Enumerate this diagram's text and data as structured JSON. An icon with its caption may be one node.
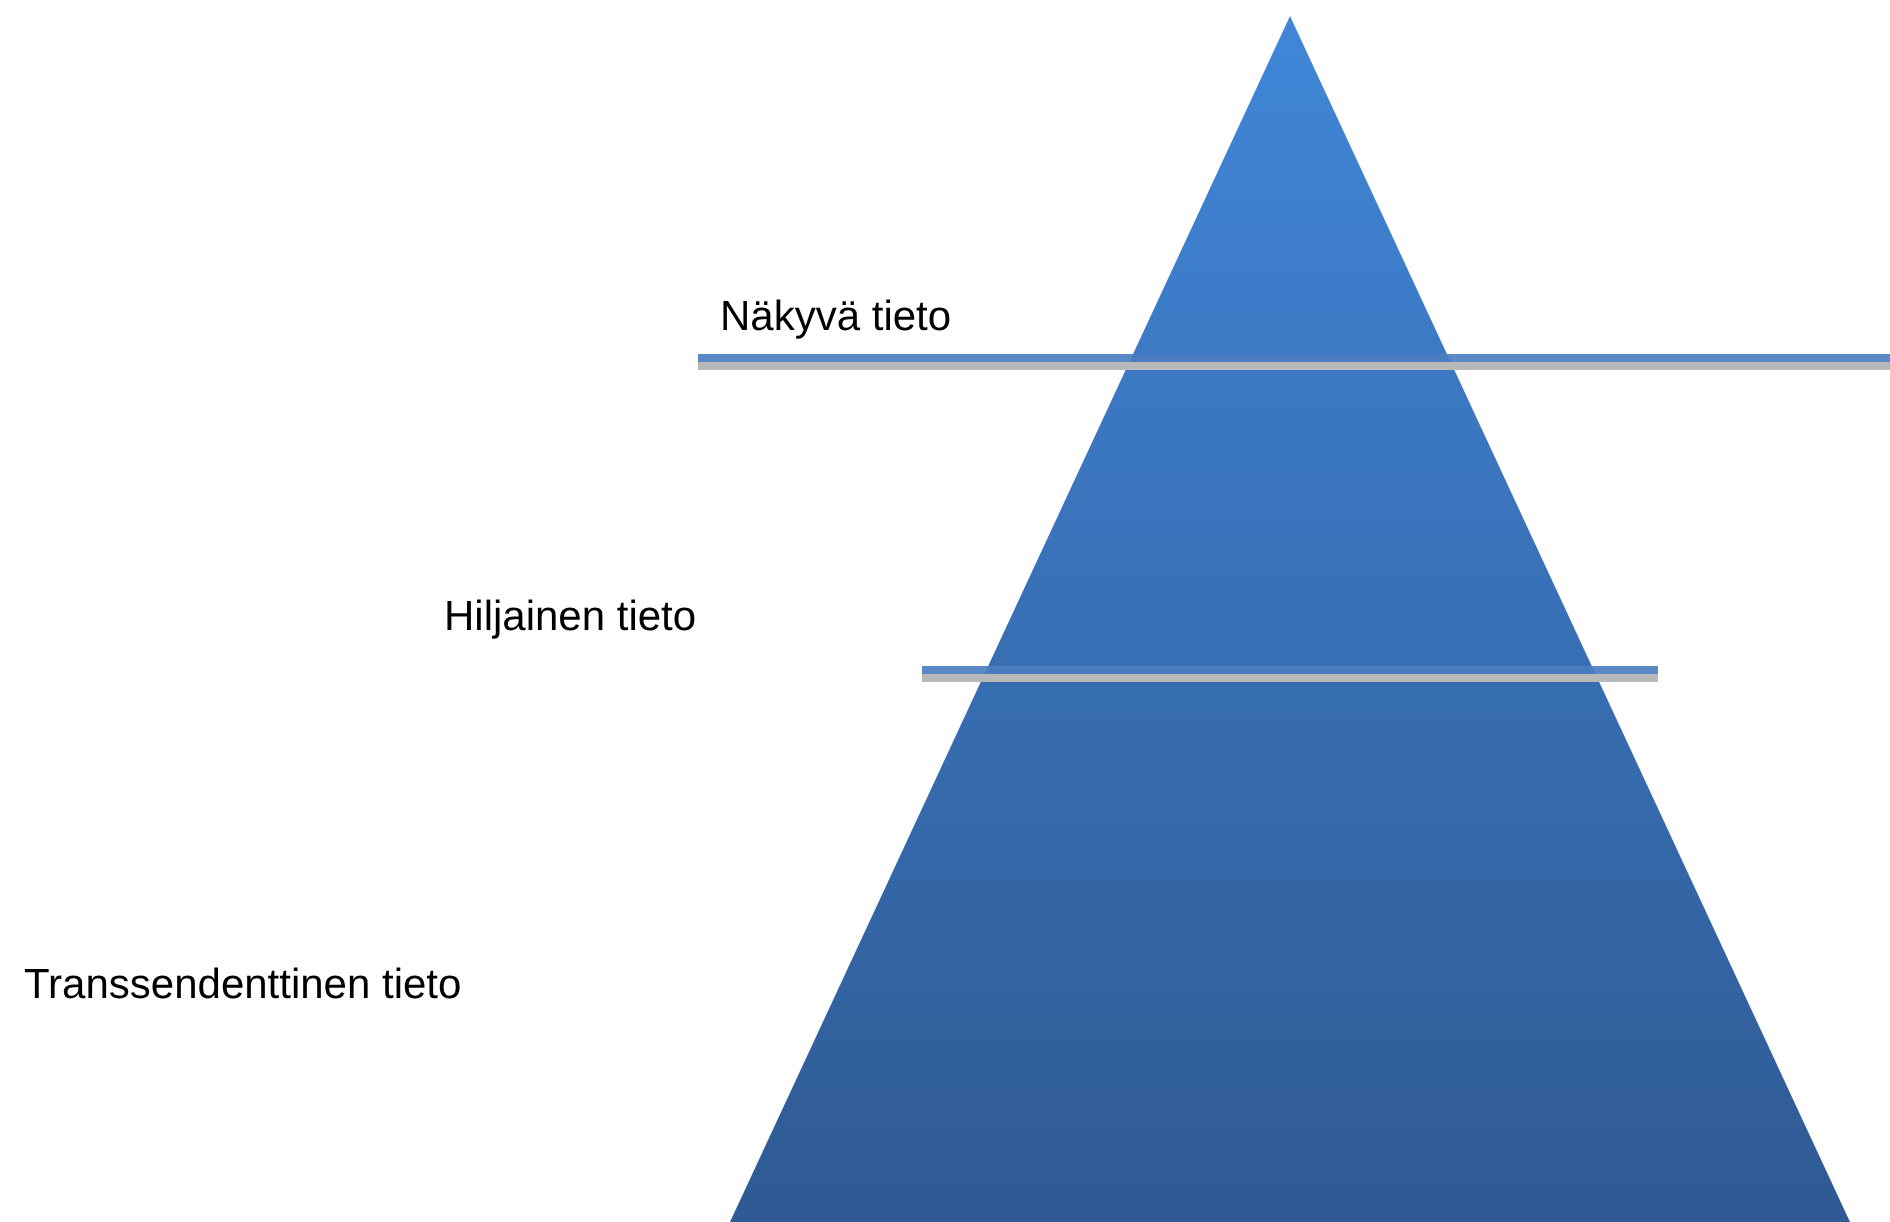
{
  "diagram": {
    "labels": [
      "Näkyvä tieto",
      "Hiljainen tieto",
      "Transsendenttinen tieto"
    ]
  }
}
